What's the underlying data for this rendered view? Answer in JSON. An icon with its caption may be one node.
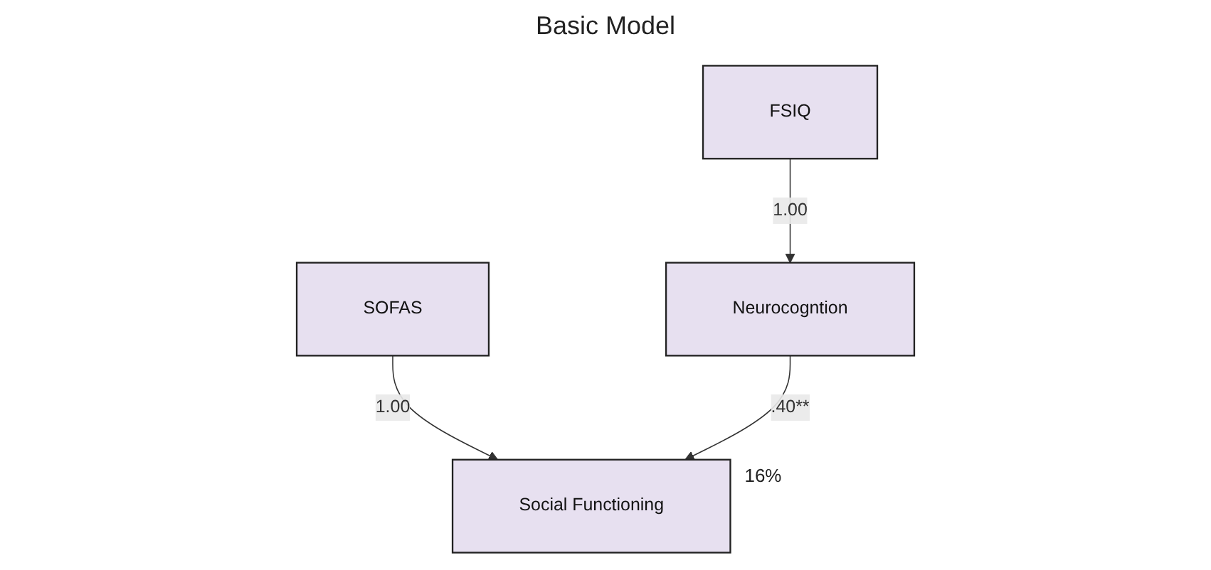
{
  "diagram": {
    "title": "Basic Model",
    "nodes": [
      {
        "text": [
          "FSIQ"
        ]
      },
      {
        "text": [
          "SOFAS"
        ]
      },
      {
        "text": [
          "Neurocogntion"
        ]
      },
      {
        "text": [
          "Social Functioning"
        ],
        "beside": [
          "16%"
        ]
      }
    ],
    "edges": [
      {
        "from": 0,
        "to": 2,
        "arrow": "to",
        "label": "1.00"
      },
      {
        "from": 1,
        "to": 3,
        "arrow": "to",
        "label": "1.00"
      },
      {
        "from": 2,
        "to": 3,
        "arrow": "to",
        "label": ".40**"
      }
    ]
  }
}
